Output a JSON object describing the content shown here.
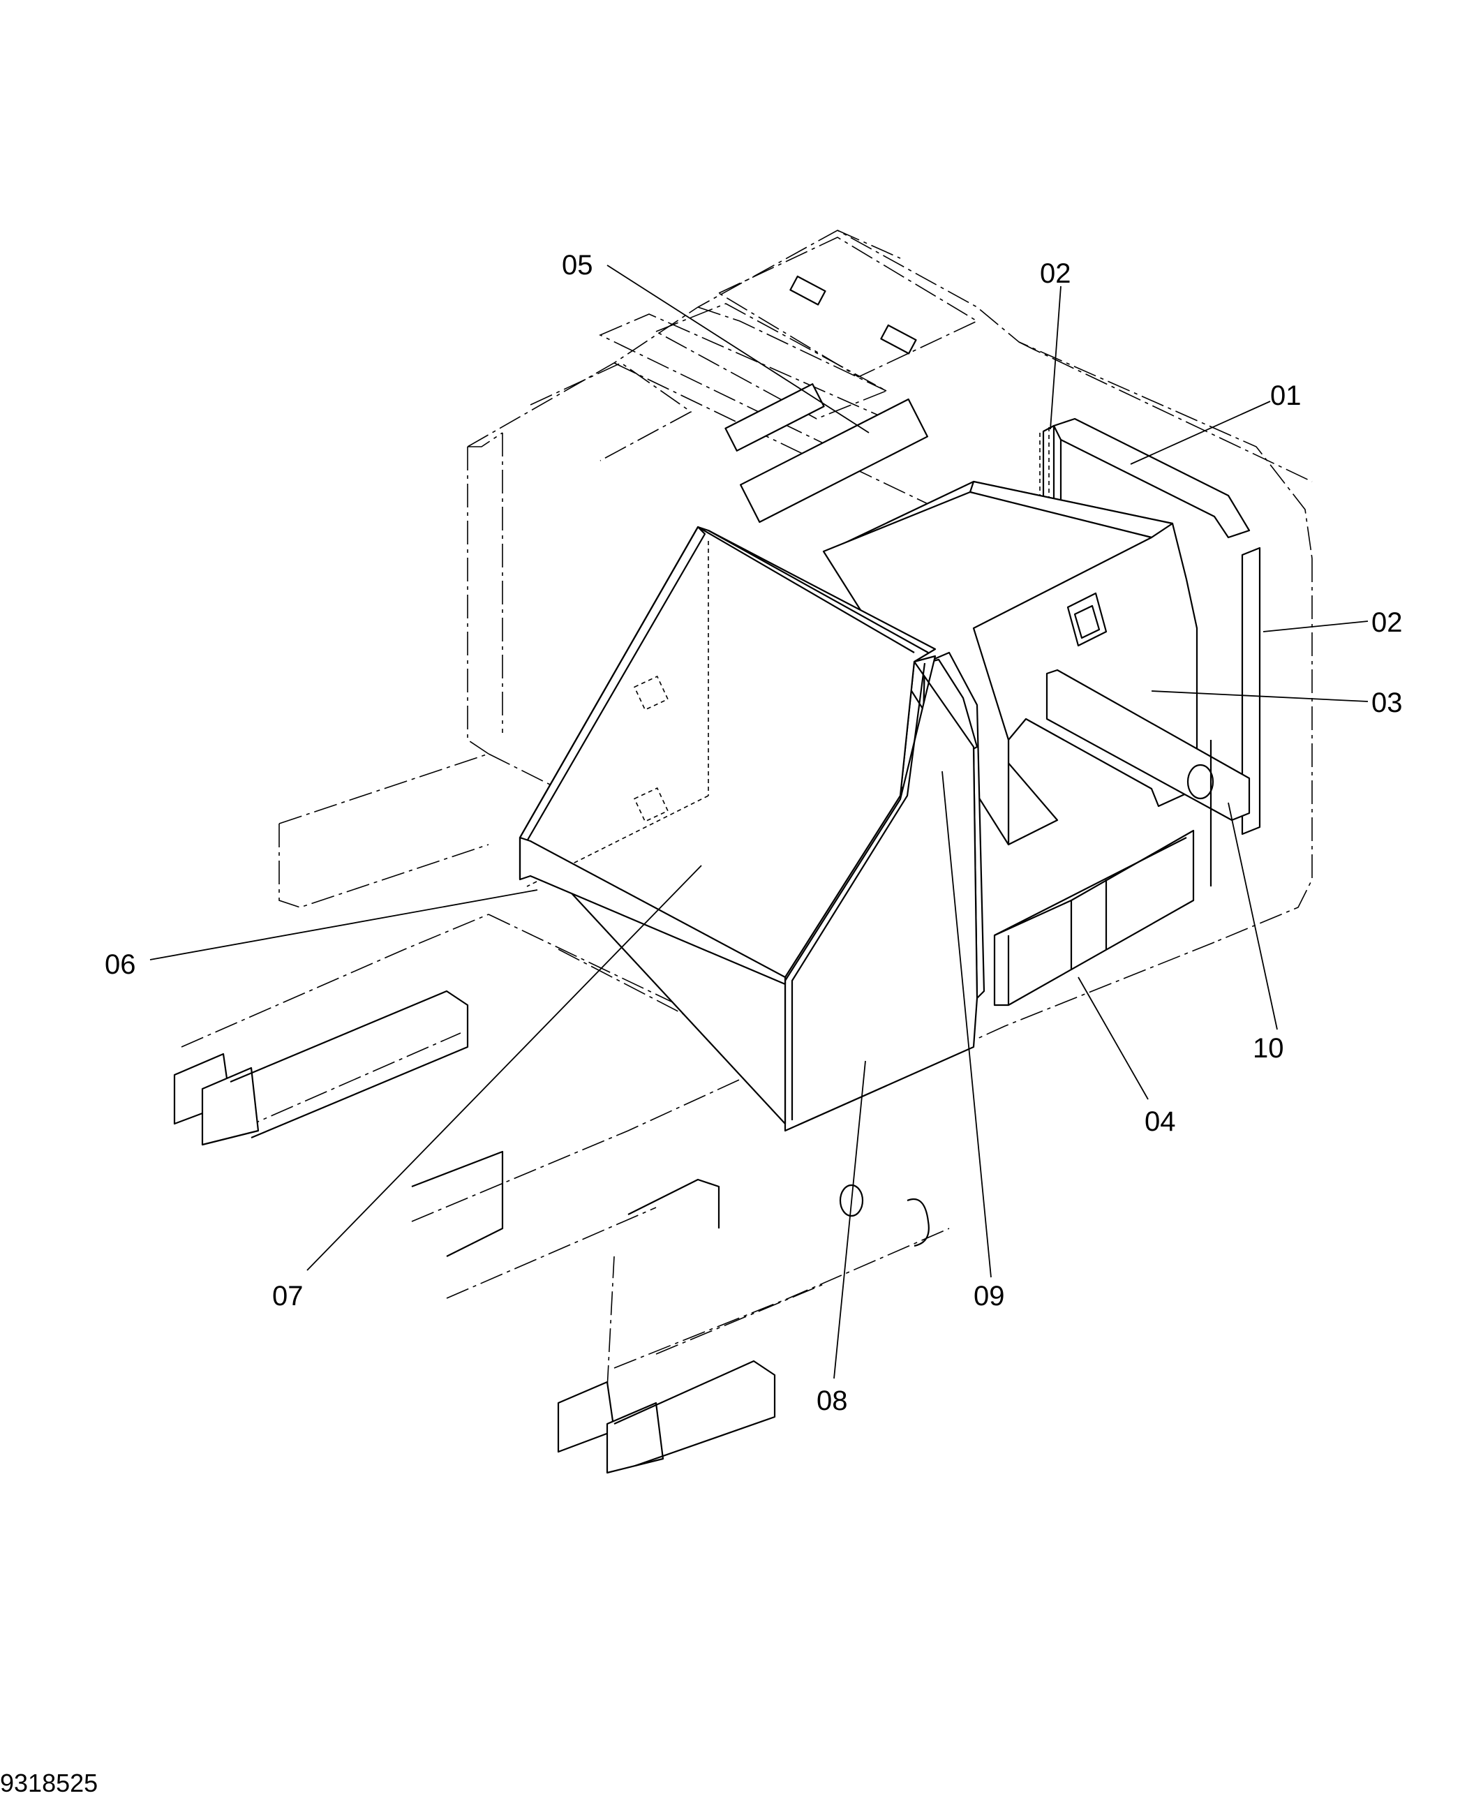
{
  "drawing_number": "9318525",
  "callouts": [
    {
      "label": "05"
    },
    {
      "label": "02"
    },
    {
      "label": "01"
    },
    {
      "label": "02"
    },
    {
      "label": "03"
    },
    {
      "label": "10"
    },
    {
      "label": "04"
    },
    {
      "label": "06"
    },
    {
      "label": "07"
    },
    {
      "label": "09"
    },
    {
      "label": "08"
    }
  ]
}
